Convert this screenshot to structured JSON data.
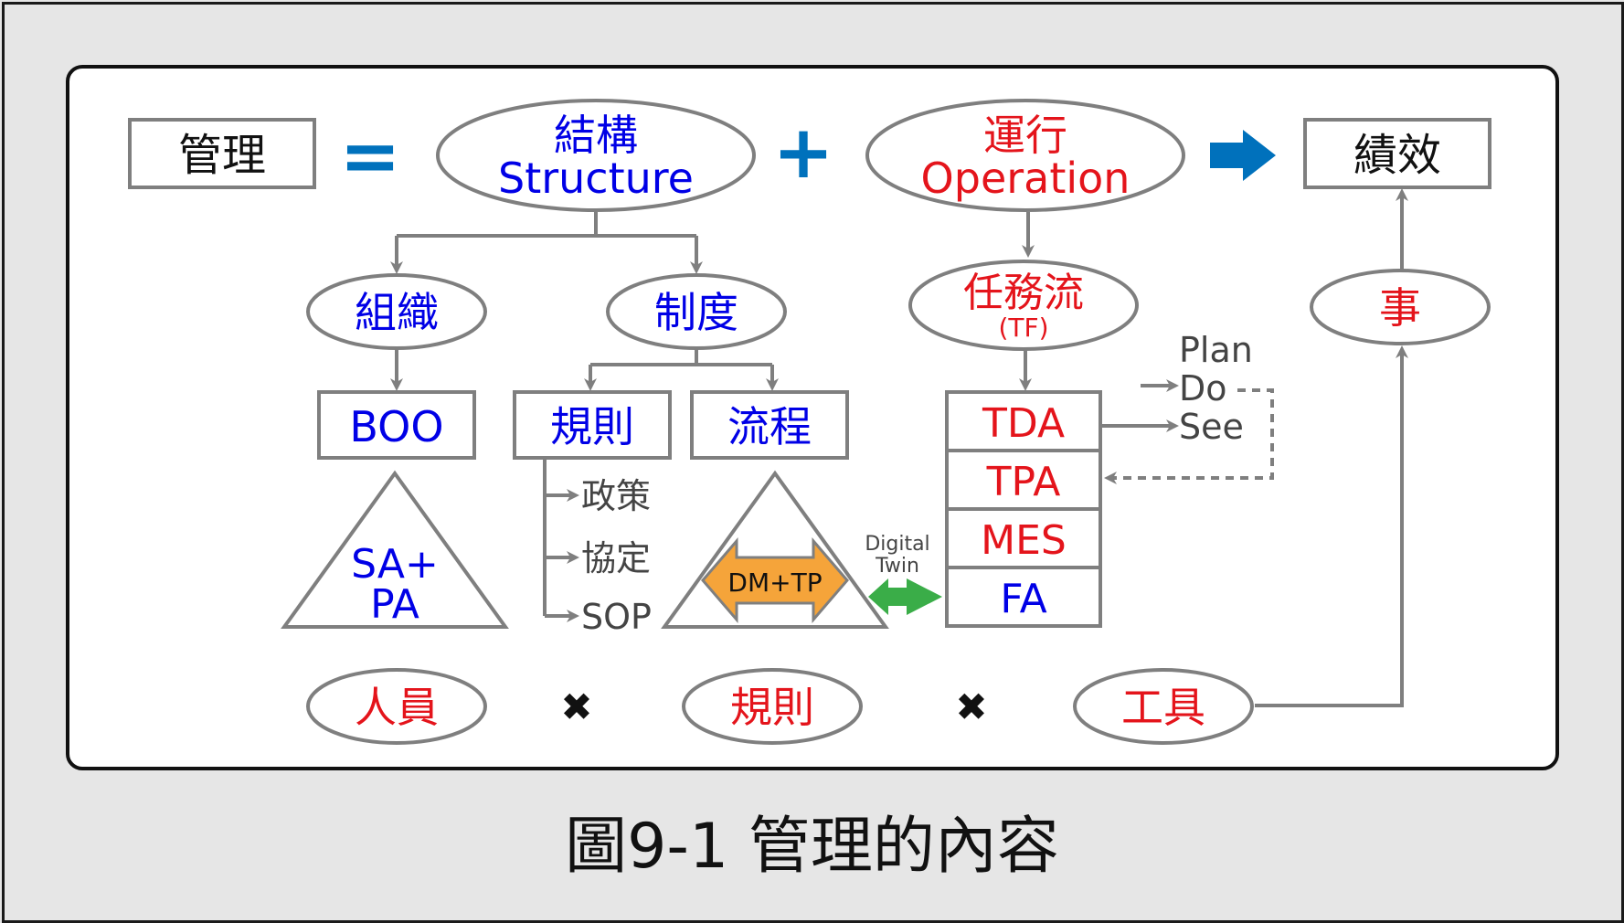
{
  "colors": {
    "blue": "#0000e6",
    "red": "#e4141b",
    "gray": "#7f7f7f",
    "dark": "#111111",
    "accent": "#0071bc",
    "orange": "#f5a43a",
    "green": "#3aad48"
  },
  "header": {
    "management": "管理",
    "equals": "=",
    "structure_cn": "結構",
    "structure_en": "Structure",
    "plus": "+",
    "operation_cn": "運行",
    "operation_en": "Operation",
    "performance": "績效"
  },
  "structure": {
    "organization": "組織",
    "system": "制度",
    "boo": "BOO",
    "rules": "規則",
    "process": "流程",
    "sa_pa_line1": "SA+",
    "sa_pa_line2": "PA",
    "policy": "政策",
    "agreement": "協定",
    "sop": "SOP",
    "dm_tp": "DM+TP"
  },
  "operation": {
    "task_flow": "任務流",
    "task_flow_abbr": "(TF)",
    "stack": [
      "TDA",
      "TPA",
      "MES",
      "FA"
    ],
    "plan": "Plan",
    "do": "Do",
    "see": "See",
    "digital": "Digital",
    "twin": "Twin"
  },
  "affairs": "事",
  "bottom": {
    "people": "人員",
    "times": "✖",
    "rules": "規則",
    "tools": "工具"
  },
  "caption": "圖9-1 管理的內容"
}
